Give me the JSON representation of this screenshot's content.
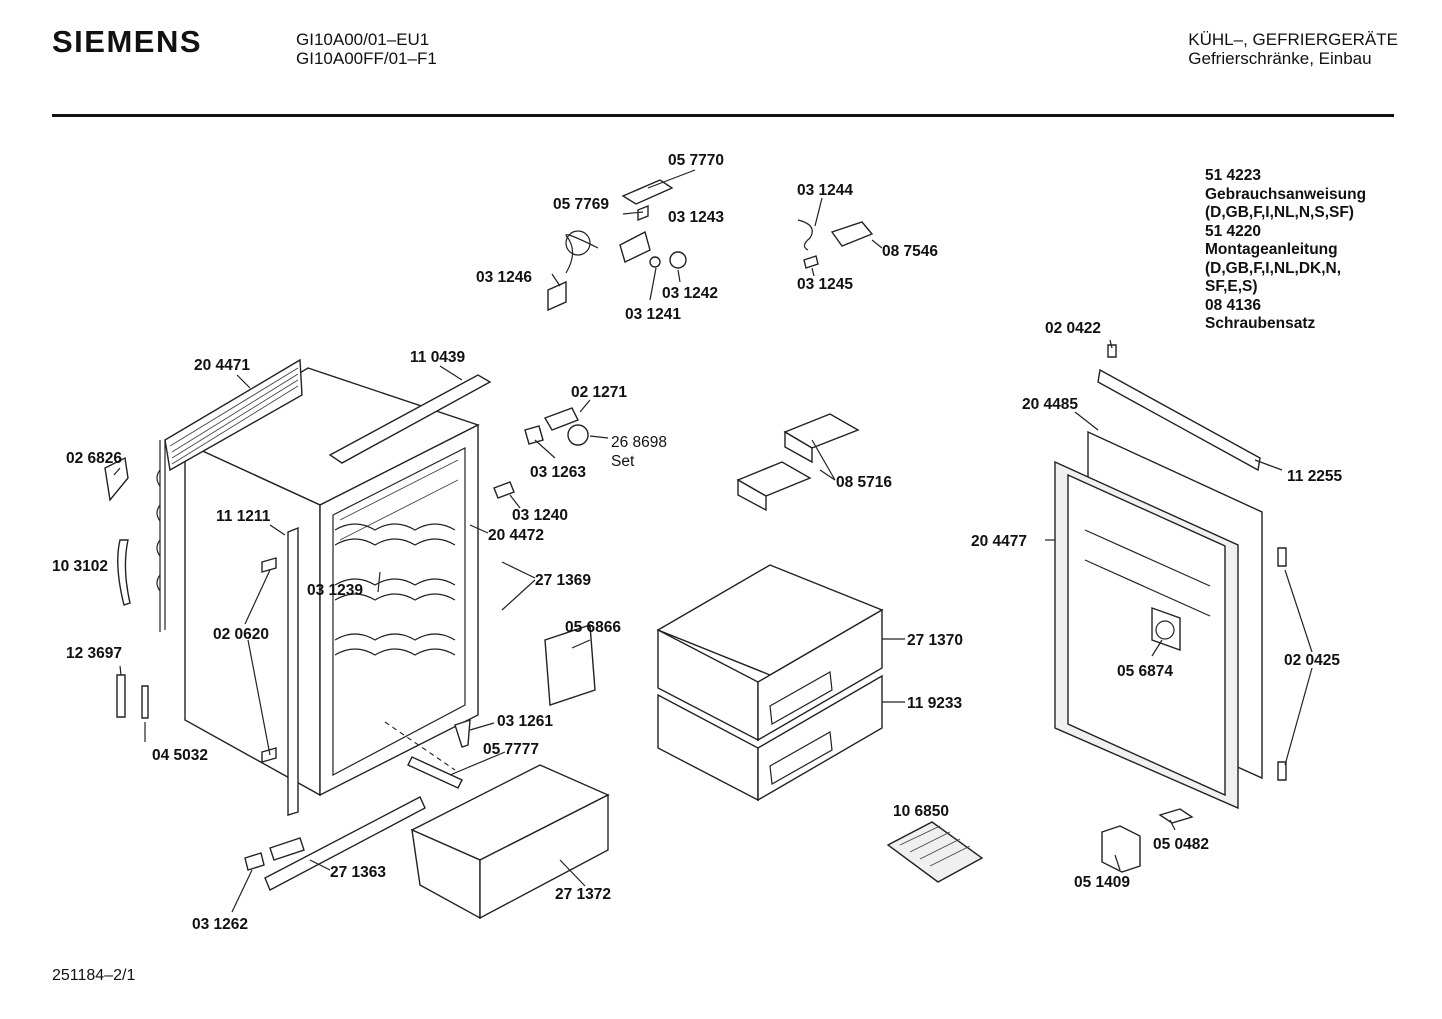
{
  "header": {
    "brand": "SIEMENS",
    "model_1": "GI10A00/01–EU1",
    "model_2": "GI10A00FF/01–F1",
    "category_1": "KÜHL–, GEFRIERGERÄTE",
    "category_2": "Gefrierschränke, Einbau"
  },
  "documents": {
    "doc1_number": "51 4223",
    "doc1_title": "Gebrauchsanweisung",
    "doc1_langs": "(D,GB,F,I,NL,N,S,SF)",
    "doc2_number": "51 4220",
    "doc2_title": "Montageanleitung",
    "doc2_langs_1": "(D,GB,F,I,NL,DK,N,",
    "doc2_langs_2": "SF,E,S)",
    "doc3_number": "08 4136",
    "doc3_title": "Schraubensatz"
  },
  "parts": {
    "p057770": "05 7770",
    "p057769": "05 7769",
    "p031243": "03 1243",
    "p031246": "03 1246",
    "p031242": "03 1242",
    "p031241": "03 1241",
    "p031244": "03 1244",
    "p087546": "08 7546",
    "p031245": "03 1245",
    "p020422": "02 0422",
    "p204471": "20 4471",
    "p110439": "11 0439",
    "p021271": "02 1271",
    "p268698": "26 8698",
    "p268698_note": "Set",
    "p031263": "03 1263",
    "p026826": "02 6826",
    "p111211": "11 1211",
    "p031240": "03 1240",
    "p204472": "20 4472",
    "p103102": "10 3102",
    "p031239": "03 1239",
    "p271369": "27 1369",
    "p020620": "02 0620",
    "p123697": "12 3697",
    "p056866": "05 6866",
    "p045032": "04 5032",
    "p031261": "03 1261",
    "p057777": "05 7777",
    "p271363": "27 1363",
    "p031262": "03 1262",
    "p271372": "27 1372",
    "p085716": "08 5716",
    "p271370": "27 1370",
    "p119233": "11 9233",
    "p106850": "10 6850",
    "p204485": "20 4485",
    "p112255": "11 2255",
    "p204477": "20 4477",
    "p056874": "05 6874",
    "p020425": "02 0425",
    "p050482": "05 0482",
    "p051409": "05 1409"
  },
  "footer": {
    "drawing_number": "251184–2/1"
  }
}
